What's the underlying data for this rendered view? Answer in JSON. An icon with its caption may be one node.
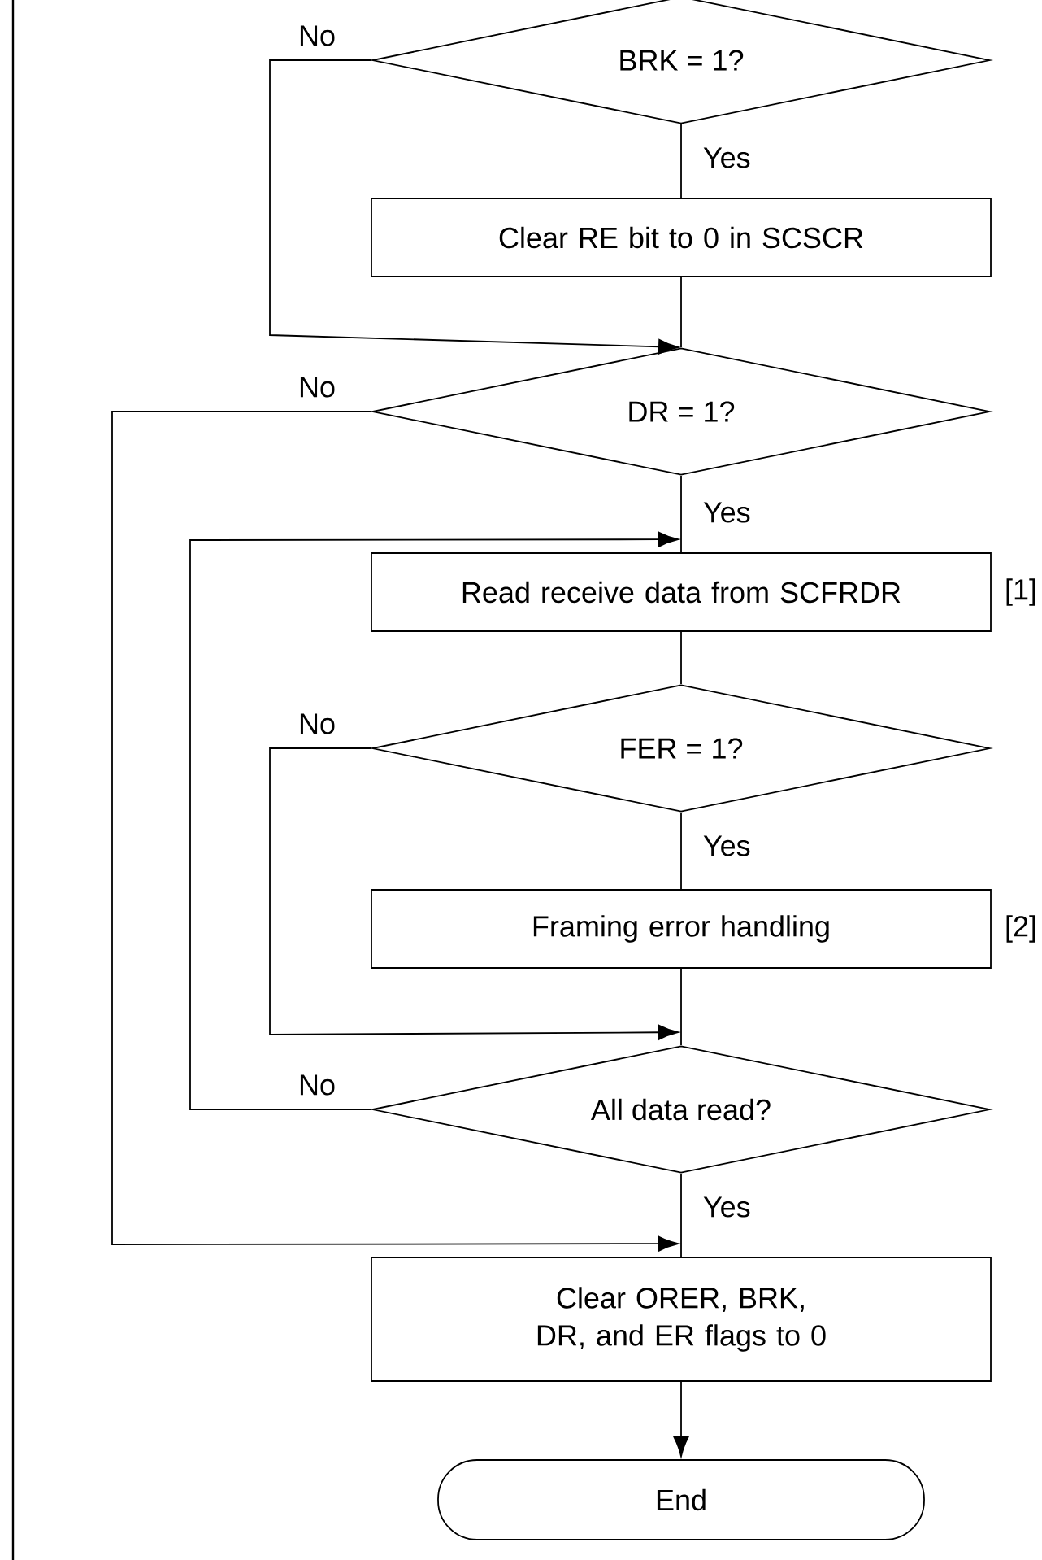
{
  "diagram": {
    "nodes": [
      {
        "text": [
          "BRK = 1?"
        ]
      },
      {
        "text": [
          "Clear RE bit to 0 in SCSCR"
        ]
      },
      {
        "text": [
          "DR = 1?"
        ]
      },
      {
        "text": [
          "Read receive data from SCFRDR"
        ],
        "beside": [
          "[1]"
        ]
      },
      {
        "text": [
          "FER = 1?"
        ]
      },
      {
        "text": [
          "Framing error handling"
        ],
        "beside": [
          "[2]"
        ]
      },
      {
        "text": [
          "All data read?"
        ]
      },
      {
        "text": [
          "Clear ORER, BRK, DR, and ER flags to 0"
        ]
      },
      {
        "text": [
          "End"
        ]
      }
    ],
    "edges": [
      {
        "from": 0,
        "to": 1,
        "arrow": "none",
        "label": "Yes"
      },
      {
        "from": 0,
        "to": 2,
        "arrow": "to",
        "label": "No"
      },
      {
        "from": 1,
        "to": 2,
        "arrow": "none"
      },
      {
        "from": 2,
        "to": 3,
        "arrow": "none",
        "label": "Yes"
      },
      {
        "from": 2,
        "to": 7,
        "arrow": "to",
        "label": "No"
      },
      {
        "from": 3,
        "to": 4,
        "arrow": "none"
      },
      {
        "from": 4,
        "to": 5,
        "arrow": "none",
        "label": "Yes"
      },
      {
        "from": 4,
        "to": 6,
        "arrow": "to",
        "label": "No"
      },
      {
        "from": 5,
        "to": 6,
        "arrow": "none"
      },
      {
        "from": 6,
        "to": 3,
        "arrow": "to",
        "label": "No"
      },
      {
        "from": 6,
        "to": 7,
        "arrow": "none",
        "label": "Yes"
      },
      {
        "from": 7,
        "to": 8,
        "arrow": "to"
      }
    ]
  }
}
